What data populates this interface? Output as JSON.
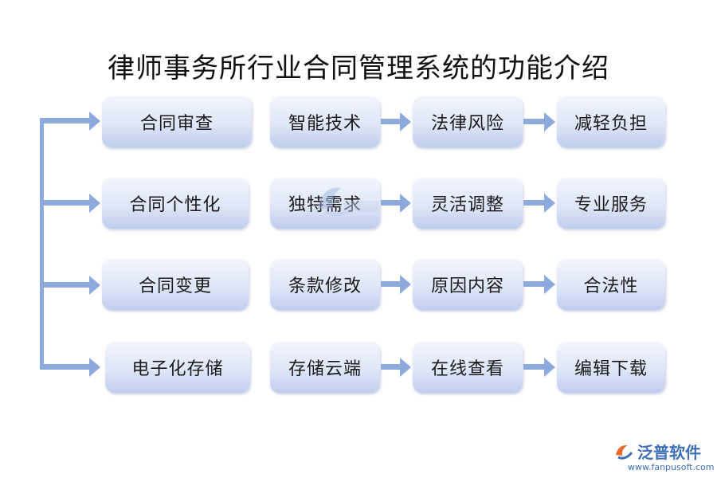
{
  "title": "律师事务所行业合同管理系统的功能介绍",
  "rows": [
    {
      "items": [
        "合同审查",
        "智能技术",
        "法律风险",
        "减轻负担"
      ]
    },
    {
      "items": [
        "合同个性化",
        "独特需求",
        "灵活调整",
        "专业服务"
      ]
    },
    {
      "items": [
        "合同变更",
        "条款修改",
        "原因内容",
        "合法性"
      ]
    },
    {
      "items": [
        "电子化存储",
        "存储云端",
        "在线查看",
        "编辑下载"
      ]
    }
  ],
  "logo": {
    "name": "泛普软件",
    "url": "www.fanpusoft.com"
  },
  "colors": {
    "arrow": "#8ea9dc",
    "node_top": "#f2f5fc",
    "node_bottom": "#bfcdee",
    "logo": "#3f6fb6"
  }
}
